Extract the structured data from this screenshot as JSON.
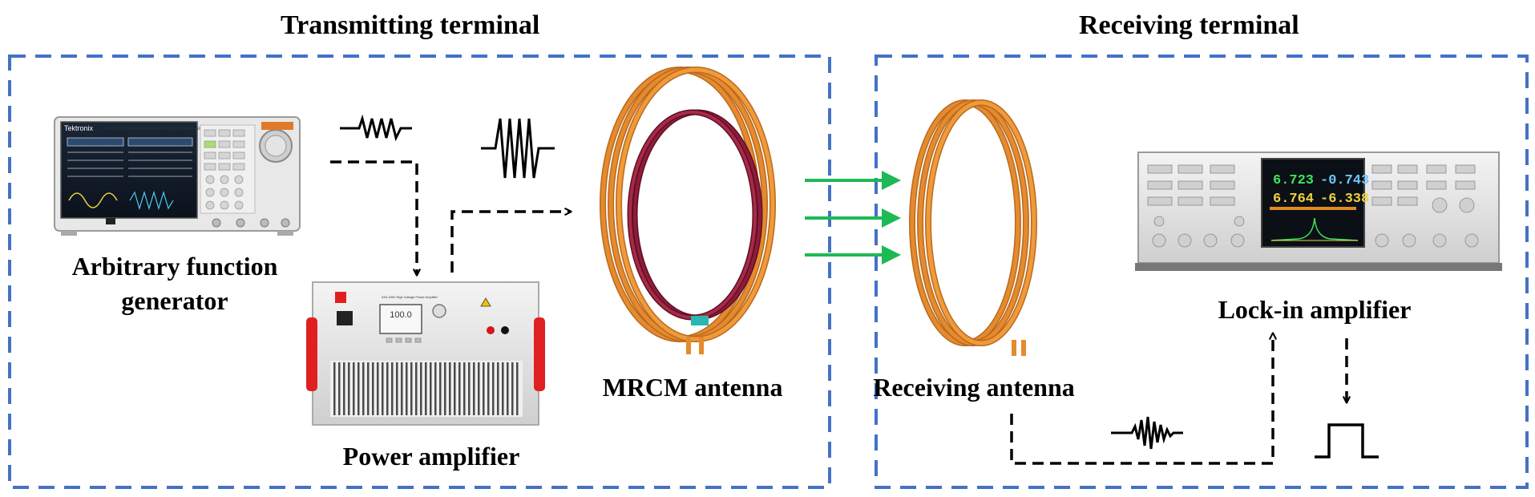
{
  "diagram": {
    "transmitting_title": "Transmitting terminal",
    "receiving_title": "Receiving terminal",
    "afg_label_line1": "Arbitrary function",
    "afg_label_line2": "generator",
    "power_amp_label": "Power amplifier",
    "mrcm_label": "MRCM antenna",
    "receiving_antenna_label": "Receiving  antenna",
    "lockin_label": "Lock-in amplifier",
    "afg_brand": "Tektronix",
    "afg_model": "AFG31000 SERIES   ARBITRARY FUNCTION GENERATOR",
    "amp_display_value": "100.0",
    "amp_model": "ATA-4052 High Voltage Power Amplifier",
    "lockin_readout": [
      "6.723",
      "-0.743",
      "6.764",
      "-6.338"
    ]
  },
  "colors": {
    "frame_blue": "#4472c4",
    "arrow_green": "#1db954",
    "coil_orange": "#e58a2e",
    "coil_red": "#8e1c3a",
    "handle_red": "#e02020"
  }
}
